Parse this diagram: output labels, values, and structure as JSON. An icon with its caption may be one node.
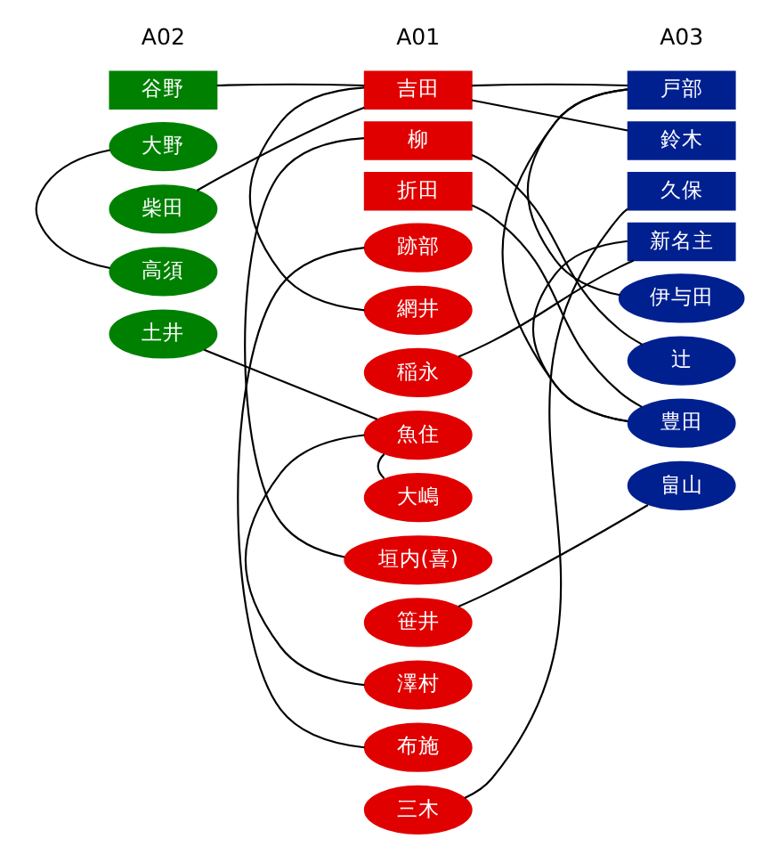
{
  "diagram": {
    "nodes": [
      {
        "text": [
          "谷野"
        ]
      },
      {
        "text": [
          "大野"
        ]
      },
      {
        "text": [
          "柴田"
        ]
      },
      {
        "text": [
          "高須"
        ]
      },
      {
        "text": [
          "土井"
        ]
      },
      {
        "text": [
          "吉田"
        ]
      },
      {
        "text": [
          "柳"
        ]
      },
      {
        "text": [
          "折田"
        ]
      },
      {
        "text": [
          "跡部"
        ]
      },
      {
        "text": [
          "網井"
        ]
      },
      {
        "text": [
          "稲永"
        ]
      },
      {
        "text": [
          "魚住"
        ]
      },
      {
        "text": [
          "大嶋"
        ]
      },
      {
        "text": [
          "垣内(喜)"
        ]
      },
      {
        "text": [
          "笹井"
        ]
      },
      {
        "text": [
          "澤村"
        ]
      },
      {
        "text": [
          "布施"
        ]
      },
      {
        "text": [
          "三木"
        ]
      },
      {
        "text": [
          "戸部"
        ]
      },
      {
        "text": [
          "鈴木"
        ]
      },
      {
        "text": [
          "久保"
        ]
      },
      {
        "text": [
          "新名主"
        ]
      },
      {
        "text": [
          "伊与田"
        ]
      },
      {
        "text": [
          "辻"
        ]
      },
      {
        "text": [
          "豊田"
        ]
      },
      {
        "text": [
          "畠山"
        ]
      }
    ],
    "edges": [
      {
        "from": 0,
        "to": 5,
        "arrow": "none"
      },
      {
        "from": 2,
        "to": 5,
        "arrow": "none"
      },
      {
        "from": 1,
        "to": 3,
        "arrow": "none"
      },
      {
        "from": 4,
        "to": 11,
        "arrow": "none"
      },
      {
        "from": 5,
        "to": 9,
        "arrow": "none"
      },
      {
        "from": 8,
        "to": 16,
        "arrow": "none"
      },
      {
        "from": 11,
        "to": 15,
        "arrow": "none"
      },
      {
        "from": 11,
        "to": 12,
        "arrow": "none"
      },
      {
        "from": 6,
        "to": 13,
        "arrow": "none"
      },
      {
        "from": 5,
        "to": 18,
        "arrow": "none"
      },
      {
        "from": 5,
        "to": 19,
        "arrow": "none"
      },
      {
        "from": 6,
        "to": 23,
        "arrow": "none"
      },
      {
        "from": 7,
        "to": 24,
        "arrow": "none"
      },
      {
        "from": 10,
        "to": 21,
        "arrow": "none"
      },
      {
        "from": 14,
        "to": 25,
        "arrow": "none"
      },
      {
        "from": 17,
        "to": 20,
        "arrow": "none"
      },
      {
        "from": 18,
        "to": 24,
        "arrow": "none"
      },
      {
        "from": 18,
        "to": 22,
        "arrow": "none"
      },
      {
        "from": 21,
        "to": 24,
        "arrow": "none"
      }
    ],
    "labels": [
      "A01",
      "A02",
      "A03"
    ]
  }
}
